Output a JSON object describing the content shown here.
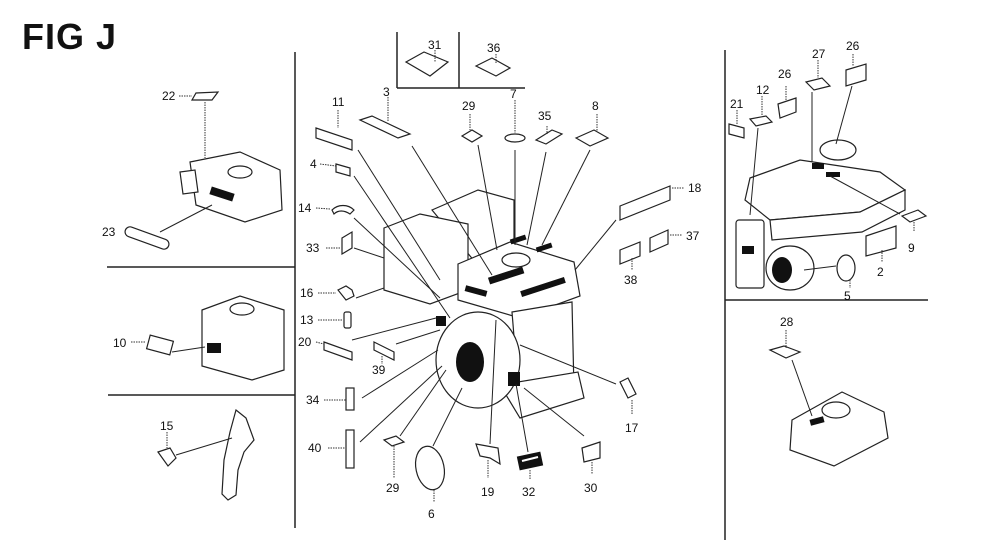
{
  "figure": {
    "title": "FIG J",
    "description": "Exploded parts diagram of engine labels/decals"
  },
  "panels": {
    "top_left": {
      "callouts": [
        "22",
        "23"
      ]
    },
    "mid_left": {
      "callouts": [
        "10"
      ]
    },
    "bottom_left": {
      "callouts": [
        "15"
      ]
    },
    "top_inset": {
      "callouts": [
        "31",
        "36"
      ]
    },
    "center": {
      "callouts": [
        "11",
        "3",
        "29",
        "7",
        "35",
        "8",
        "4",
        "14",
        "33",
        "16",
        "13",
        "20",
        "39",
        "34",
        "40",
        "18",
        "37",
        "38",
        "17",
        "29",
        "6",
        "19",
        "32",
        "30"
      ]
    },
    "top_right": {
      "callouts": [
        "21",
        "12",
        "26",
        "27",
        "26",
        "9",
        "2",
        "5"
      ]
    },
    "bottom_right": {
      "callouts": [
        "28"
      ]
    }
  },
  "labels": {
    "c22": "22",
    "c23": "23",
    "c10": "10",
    "c15": "15",
    "c31": "31",
    "c36": "36",
    "c11": "11",
    "c3": "3",
    "c29a": "29",
    "c7": "7",
    "c35": "35",
    "c8": "8",
    "c4": "4",
    "c14": "14",
    "c33": "33",
    "c16": "16",
    "c13": "13",
    "c20": "20",
    "c39": "39",
    "c34": "34",
    "c40": "40",
    "c18": "18",
    "c37": "37",
    "c38": "38",
    "c17": "17",
    "c29b": "29",
    "c6": "6",
    "c19": "19",
    "c32": "32",
    "c30": "30",
    "c21": "21",
    "c12": "12",
    "c26a": "26",
    "c27": "27",
    "c26b": "26",
    "c9": "9",
    "c2": "2",
    "c5": "5",
    "c28": "28"
  }
}
